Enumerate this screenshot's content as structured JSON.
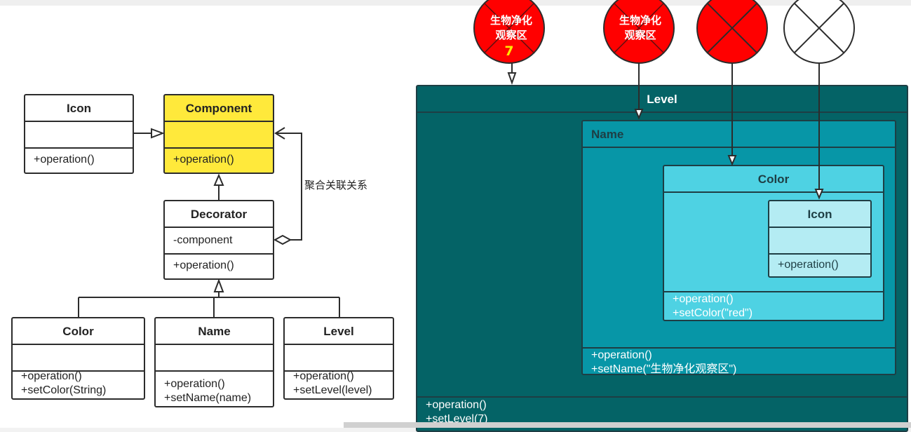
{
  "left_diagram": {
    "icon": {
      "name": "Icon",
      "operations": [
        "+operation()"
      ]
    },
    "component": {
      "name": "Component",
      "operations": [
        "+operation()"
      ]
    },
    "decorator": {
      "name": "Decorator",
      "attributes": [
        "-component"
      ],
      "operations": [
        "+operation()"
      ]
    },
    "color": {
      "name": "Color",
      "operations": [
        "+operation()",
        "+setColor(String)"
      ]
    },
    "name": {
      "name": "Name",
      "operations": [
        "+operation()",
        "+setName(name)"
      ]
    },
    "level": {
      "name": "Level",
      "operations": [
        "+operation()",
        "+setLevel(level)"
      ]
    },
    "aggregation_label": "聚合关联关系"
  },
  "right_diagram": {
    "level_box": {
      "name": "Level",
      "operations": [
        "+operation()",
        "+setLevel(7)"
      ]
    },
    "name_box": {
      "name": "Name",
      "operations": [
        "+operation()",
        "+setName(\"生物净化观察区\")"
      ]
    },
    "color_box": {
      "name": "Color",
      "operations": [
        "+operation()",
        "+setColor(\"red\")"
      ]
    },
    "icon_box": {
      "name": "Icon",
      "operations": [
        "+operation()"
      ]
    },
    "circles": [
      {
        "line1": "生物净化",
        "line2": "观察区",
        "number": "7",
        "fill": "#ff0000"
      },
      {
        "line1": "生物净化",
        "line2": "观察区",
        "fill": "#ff0000"
      },
      {
        "fill": "#ff0000"
      },
      {
        "fill": "#ffffff"
      }
    ]
  },
  "colors": {
    "component_fill": "#ffe93b",
    "level_fill": "#046366",
    "name_fill": "#0796a7",
    "color_fill": "#4ed2e3",
    "icon_fill": "#b4ecf3",
    "number_color": "#ffe800"
  }
}
